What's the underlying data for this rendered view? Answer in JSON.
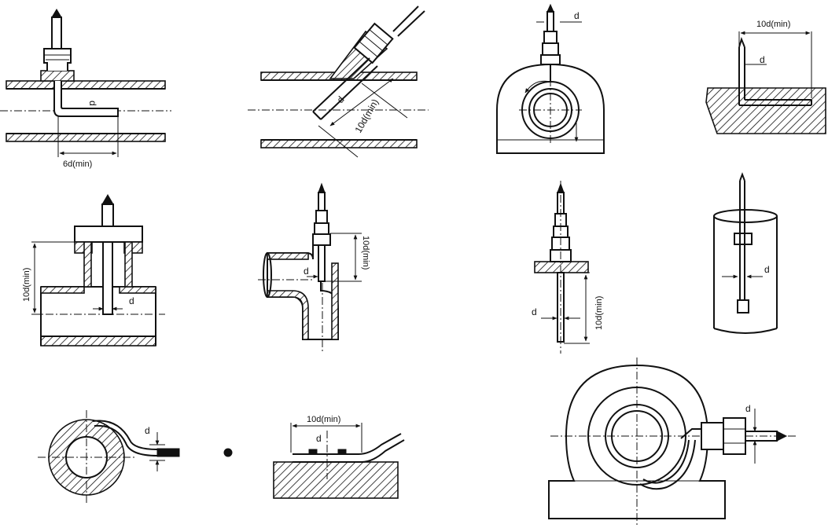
{
  "labels": {
    "d": "d",
    "six_d_min": "6d(min)",
    "ten_d_min": "10d(min)",
    "ten_d_min_spaced": "10d(min)",
    "ten_d_min_tight": "10d(min)",
    "top_ten_d_min": "10d(min)",
    "bottom_ten_d_min": "10d(min)"
  }
}
